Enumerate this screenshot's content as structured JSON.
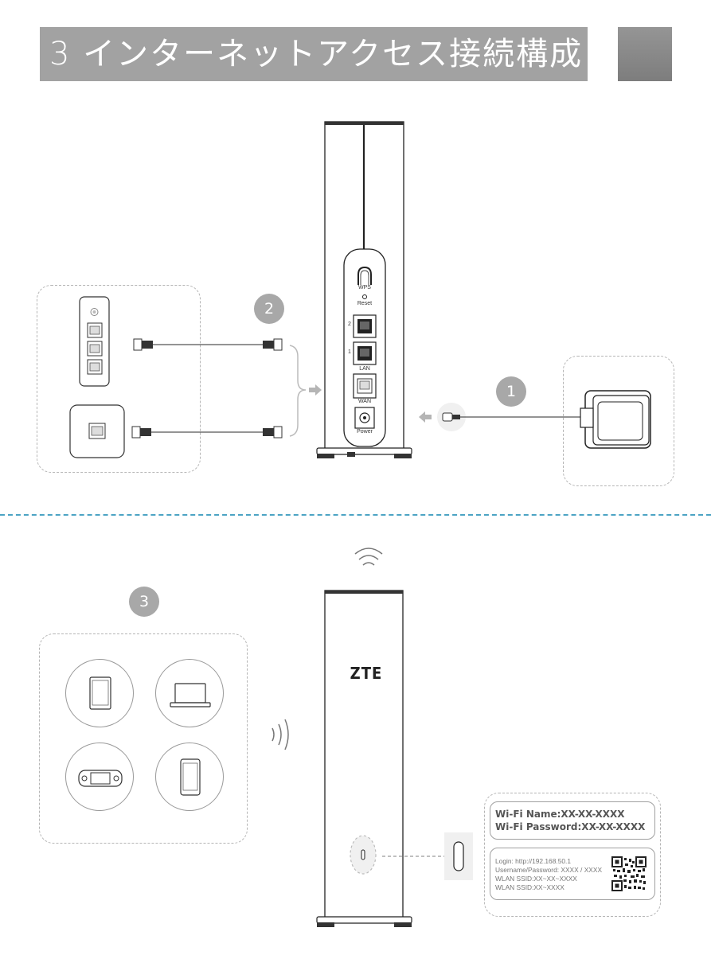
{
  "header": {
    "title": "3 インターネットアクセス接続構成"
  },
  "steps": {
    "step1": "1",
    "step2": "2",
    "step3": "3"
  },
  "router_back": {
    "wps_label": "WPS",
    "reset_label": "Reset",
    "lan_port_2": "2",
    "lan_port_1": "1",
    "lan_label": "LAN",
    "wan_label": "WAN",
    "power_label": "Power"
  },
  "router_front": {
    "brand": "ZTE"
  },
  "device_label": {
    "wifi_name": "Wi-Fi Name:XX-XX-XXXX",
    "wifi_password": "Wi-Fi Password:XX-XX-XXXX",
    "login": "Login: http://192.168.50.1",
    "credentials": "Username/Password: XXXX / XXXX",
    "wlan_ssid_1": "WLAN SSID:XX~XX~XXXX",
    "wlan_ssid_2": "WLAN SSID:XX~XXXX"
  },
  "icons": [
    "wifi-signal-icon",
    "tablet-icon",
    "laptop-icon",
    "game-console-icon",
    "smartphone-icon",
    "power-adapter-icon",
    "ethernet-cable-icon",
    "qr-code-icon"
  ],
  "colors": {
    "title_bar": "#a2a2a2",
    "title_block": "#888888",
    "badge": "#a8a8a8",
    "divider": "#4ca4c4",
    "dashed_border": "#b5b5b5"
  }
}
